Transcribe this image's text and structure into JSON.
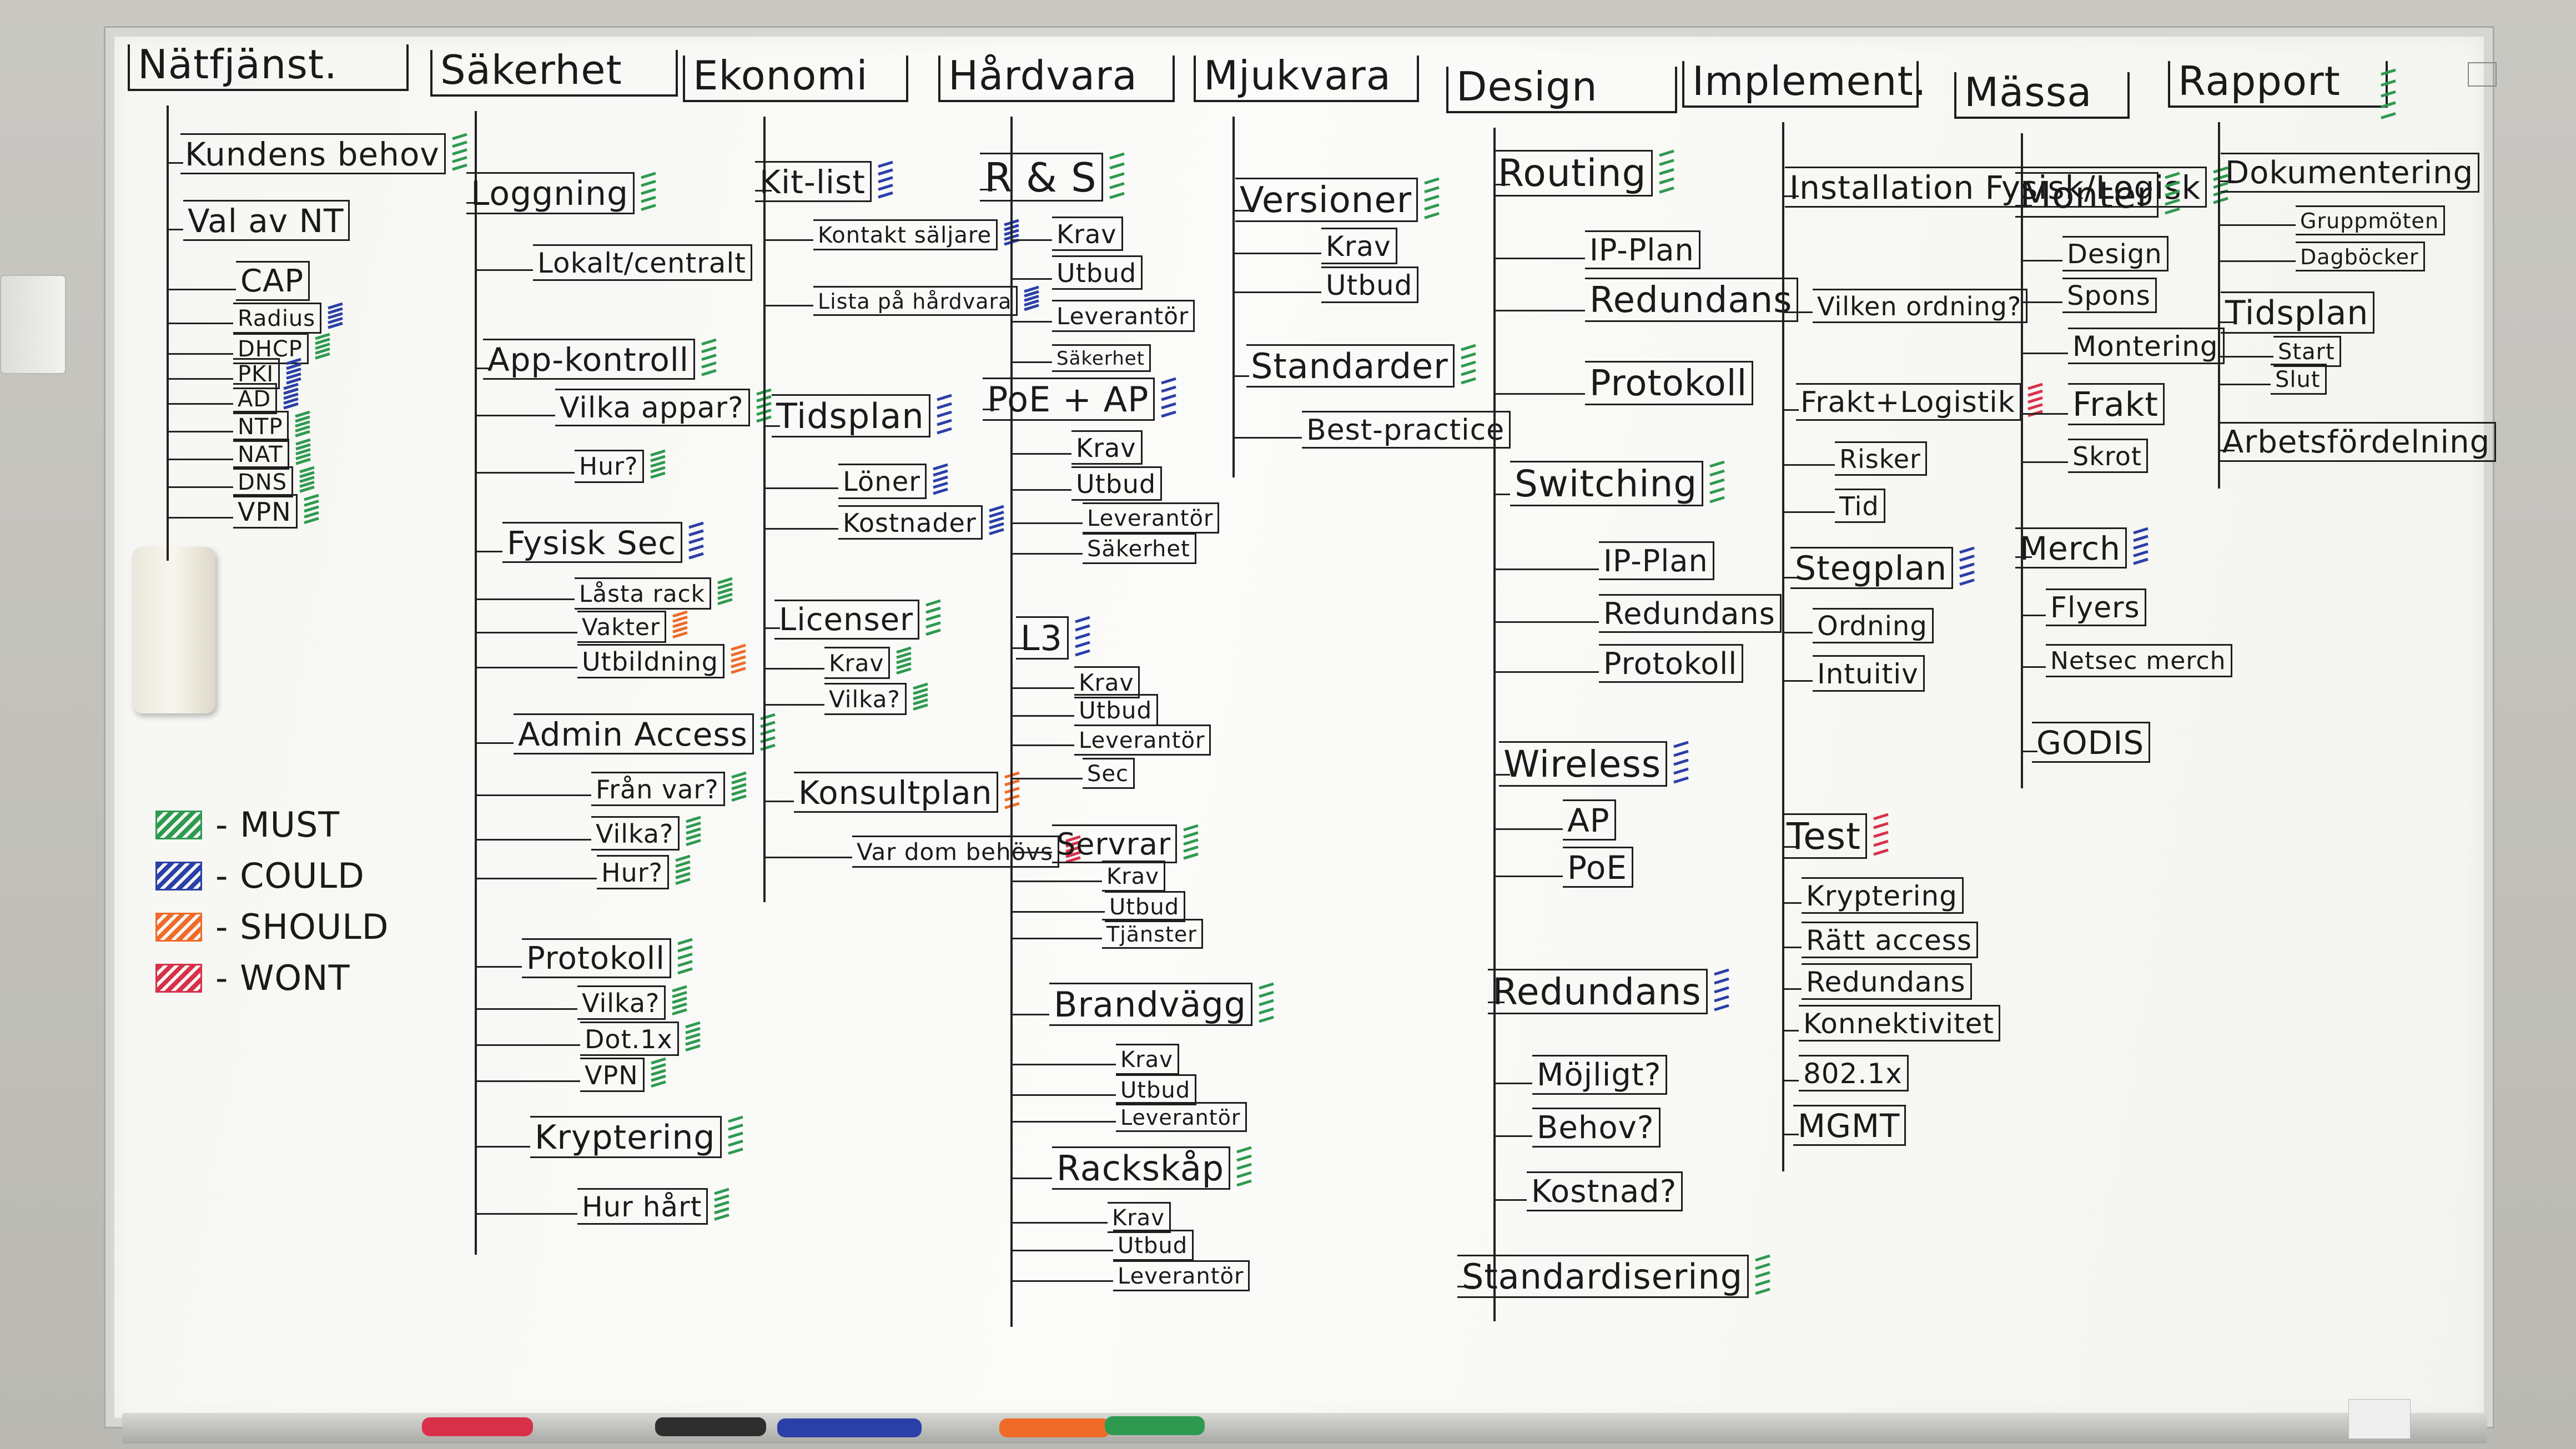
{
  "colors": {
    "must": "#2e9a4f",
    "could": "#2a3fa8",
    "should": "#f06a28",
    "wont": "#d9304a",
    "ink": "#1e1e1e"
  },
  "legend": [
    {
      "label": "- MUST",
      "color": "#2e9a4f"
    },
    {
      "label": "- COULD",
      "color": "#2a3fa8"
    },
    {
      "label": "- SHOULD",
      "color": "#f06a28"
    },
    {
      "label": "- WONT",
      "color": "#d9304a"
    }
  ],
  "columns": [
    {
      "title": "Nätfjänst.",
      "items": [
        {
          "label": "Kundens behov",
          "priority": "must"
        },
        {
          "label": "Val av NT",
          "priority": "none"
        },
        {
          "label": "CAP",
          "priority": "none"
        },
        {
          "label": "Radius",
          "priority": "could"
        },
        {
          "label": "DHCP",
          "priority": "must"
        },
        {
          "label": "PKI",
          "priority": "could"
        },
        {
          "label": "AD",
          "priority": "could"
        },
        {
          "label": "NTP",
          "priority": "must"
        },
        {
          "label": "NAT",
          "priority": "must"
        },
        {
          "label": "DNS",
          "priority": "must"
        },
        {
          "label": "VPN",
          "priority": "must"
        }
      ]
    },
    {
      "title": "Säkerhet",
      "items": [
        {
          "label": "Loggning",
          "priority": "must"
        },
        {
          "label": "Lokalt/centralt",
          "priority": "none"
        },
        {
          "label": "App-kontroll",
          "priority": "must"
        },
        {
          "label": "Vilka appar?",
          "priority": "must"
        },
        {
          "label": "Hur?",
          "priority": "must"
        },
        {
          "label": "Fysisk Sec",
          "priority": "could"
        },
        {
          "label": "Låsta rack",
          "priority": "must"
        },
        {
          "label": "Vakter",
          "priority": "should"
        },
        {
          "label": "Utbildning",
          "priority": "should"
        },
        {
          "label": "Admin Access",
          "priority": "must"
        },
        {
          "label": "Från var?",
          "priority": "must"
        },
        {
          "label": "Vilka?",
          "priority": "must"
        },
        {
          "label": "Hur?",
          "priority": "must"
        },
        {
          "label": "Protokoll",
          "priority": "must"
        },
        {
          "label": "Vilka?",
          "priority": "must"
        },
        {
          "label": "Dot.1x",
          "priority": "must"
        },
        {
          "label": "VPN",
          "priority": "must"
        },
        {
          "label": "Kryptering",
          "priority": "must"
        },
        {
          "label": "Hur hårt",
          "priority": "must"
        }
      ]
    },
    {
      "title": "Ekonomi",
      "items": [
        {
          "label": "Kit-list",
          "priority": "could"
        },
        {
          "label": "Kontakt säljare",
          "priority": "could"
        },
        {
          "label": "Lista på hårdvara",
          "priority": "could"
        },
        {
          "label": "Tidsplan",
          "priority": "could"
        },
        {
          "label": "Löner",
          "priority": "could"
        },
        {
          "label": "Kostnader",
          "priority": "could"
        },
        {
          "label": "Licenser",
          "priority": "must"
        },
        {
          "label": "Krav",
          "priority": "must"
        },
        {
          "label": "Vilka?",
          "priority": "must"
        },
        {
          "label": "Konsultplan",
          "priority": "should"
        },
        {
          "label": "Var dom behövs",
          "priority": "wont"
        }
      ]
    },
    {
      "title": "Hårdvara",
      "items": [
        {
          "label": "R & S",
          "priority": "must"
        },
        {
          "label": "Krav",
          "priority": "none"
        },
        {
          "label": "Utbud",
          "priority": "none"
        },
        {
          "label": "Leverantör",
          "priority": "none"
        },
        {
          "label": "Säkerhet",
          "priority": "none"
        },
        {
          "label": "PoE + AP",
          "priority": "could"
        },
        {
          "label": "Krav",
          "priority": "none"
        },
        {
          "label": "Utbud",
          "priority": "none"
        },
        {
          "label": "Leverantör",
          "priority": "none"
        },
        {
          "label": "Säkerhet",
          "priority": "none"
        },
        {
          "label": "L3",
          "priority": "could"
        },
        {
          "label": "Krav",
          "priority": "none"
        },
        {
          "label": "Utbud",
          "priority": "none"
        },
        {
          "label": "Leverantör",
          "priority": "none"
        },
        {
          "label": "Sec",
          "priority": "none"
        },
        {
          "label": "Servrar",
          "priority": "must"
        },
        {
          "label": "Krav",
          "priority": "none"
        },
        {
          "label": "Utbud",
          "priority": "none"
        },
        {
          "label": "Tjänster",
          "priority": "none"
        },
        {
          "label": "Brandvägg",
          "priority": "must"
        },
        {
          "label": "Krav",
          "priority": "none"
        },
        {
          "label": "Utbud",
          "priority": "none"
        },
        {
          "label": "Leverantör",
          "priority": "none"
        },
        {
          "label": "Rackskåp",
          "priority": "must"
        },
        {
          "label": "Krav",
          "priority": "none"
        },
        {
          "label": "Utbud",
          "priority": "none"
        },
        {
          "label": "Leverantör",
          "priority": "none"
        }
      ]
    },
    {
      "title": "Mjukvara",
      "items": [
        {
          "label": "Versioner",
          "priority": "must"
        },
        {
          "label": "Krav",
          "priority": "none"
        },
        {
          "label": "Utbud",
          "priority": "none"
        },
        {
          "label": "Standarder",
          "priority": "must"
        },
        {
          "label": "Best-practice",
          "priority": "none"
        }
      ]
    },
    {
      "title": "Design",
      "items": [
        {
          "label": "Routing",
          "priority": "must"
        },
        {
          "label": "IP-Plan",
          "priority": "none"
        },
        {
          "label": "Redundans",
          "priority": "none"
        },
        {
          "label": "Protokoll",
          "priority": "none"
        },
        {
          "label": "Switching",
          "priority": "must"
        },
        {
          "label": "IP-Plan",
          "priority": "none"
        },
        {
          "label": "Redundans",
          "priority": "none"
        },
        {
          "label": "Protokoll",
          "priority": "none"
        },
        {
          "label": "Wireless",
          "priority": "could"
        },
        {
          "label": "AP",
          "priority": "none"
        },
        {
          "label": "PoE",
          "priority": "none"
        },
        {
          "label": "Redundans",
          "priority": "could"
        },
        {
          "label": "Möjligt?",
          "priority": "none"
        },
        {
          "label": "Behov?",
          "priority": "none"
        },
        {
          "label": "Kostnad?",
          "priority": "none"
        },
        {
          "label": "Standardisering",
          "priority": "must"
        }
      ]
    },
    {
      "title": "Implement.",
      "items": [
        {
          "label": "Installation Fysisk/Logisk",
          "priority": "must"
        },
        {
          "label": "Vilken ordning?",
          "priority": "none"
        },
        {
          "label": "Frakt+Logistik",
          "priority": "wont"
        },
        {
          "label": "Risker",
          "priority": "none"
        },
        {
          "label": "Tid",
          "priority": "none"
        },
        {
          "label": "Stegplan",
          "priority": "could"
        },
        {
          "label": "Ordning",
          "priority": "none"
        },
        {
          "label": "Intuitiv",
          "priority": "none"
        },
        {
          "label": "Test",
          "priority": "wont"
        },
        {
          "label": "Kryptering",
          "priority": "none"
        },
        {
          "label": "Rätt access",
          "priority": "none"
        },
        {
          "label": "Redundans",
          "priority": "none"
        },
        {
          "label": "Konnektivitet",
          "priority": "none"
        },
        {
          "label": "802.1x",
          "priority": "none"
        },
        {
          "label": "MGMT",
          "priority": "none"
        }
      ]
    },
    {
      "title": "Mässa",
      "items": [
        {
          "label": "Monter",
          "priority": "must"
        },
        {
          "label": "Design",
          "priority": "none"
        },
        {
          "label": "Spons",
          "priority": "none"
        },
        {
          "label": "Montering",
          "priority": "none"
        },
        {
          "label": "Frakt",
          "priority": "none"
        },
        {
          "label": "Skrot",
          "priority": "none"
        },
        {
          "label": "Merch",
          "priority": "could"
        },
        {
          "label": "Flyers",
          "priority": "none"
        },
        {
          "label": "Netsec merch",
          "priority": "none"
        },
        {
          "label": "GODIS",
          "priority": "none"
        }
      ]
    },
    {
      "title": "Rapport",
      "items": [
        {
          "label": "Dokumentering",
          "priority": "none"
        },
        {
          "label": "Gruppmöten",
          "priority": "none"
        },
        {
          "label": "Dagböcker",
          "priority": "none"
        },
        {
          "label": "Tidsplan",
          "priority": "none"
        },
        {
          "label": "Start",
          "priority": "none"
        },
        {
          "label": "Slut",
          "priority": "none"
        },
        {
          "label": "Arbetsfördelning",
          "priority": "none"
        }
      ]
    }
  ]
}
